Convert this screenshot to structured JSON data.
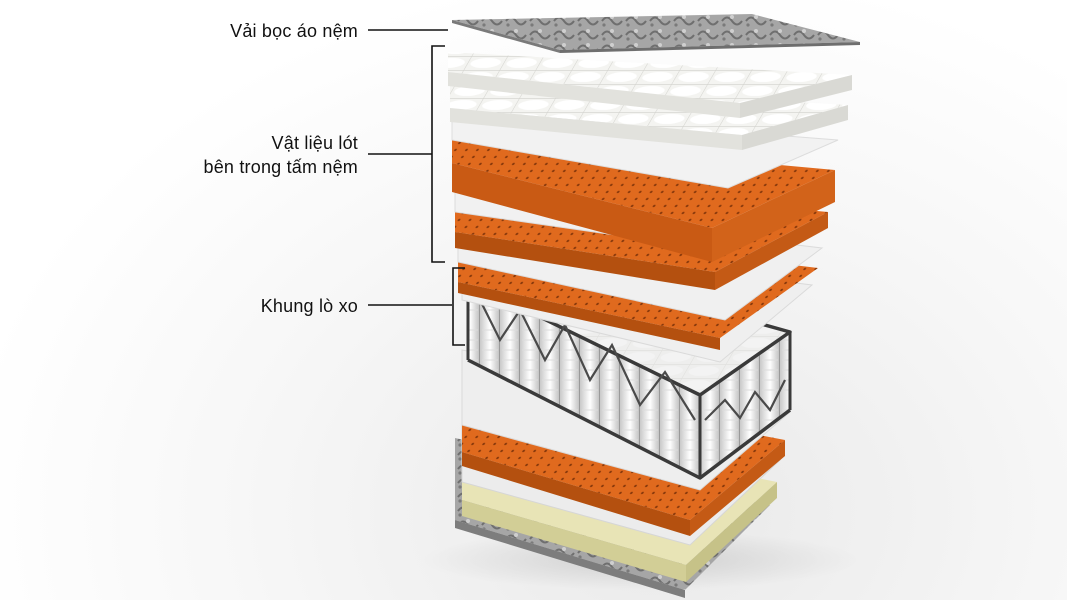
{
  "labels": {
    "cover": "Vải bọc áo nệm",
    "padding_line1": "Vật liệu lót",
    "padding_line2": "bên trong tấm nệm",
    "spring_frame": "Khung lò xo"
  },
  "colors": {
    "orange": "#e06a1e",
    "cover_gray": "#8d8d8d",
    "pillow_white": "#f3f3f0",
    "sheet_white": "#f2f2f2",
    "yellow_pad": "#e6e2b0",
    "leader_line": "#111111"
  }
}
